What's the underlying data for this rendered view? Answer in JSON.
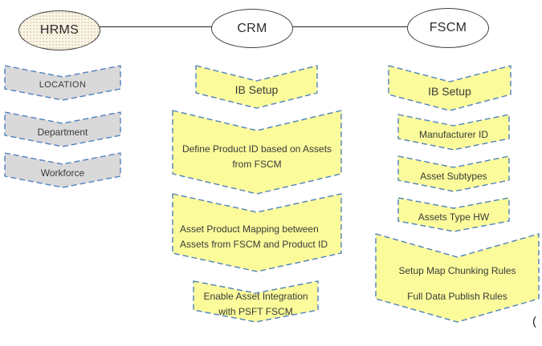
{
  "columns": [
    {
      "system": "HRMS",
      "steps": [
        {
          "label": "LOCATION"
        },
        {
          "label": "Department"
        },
        {
          "label": "Workforce"
        }
      ]
    },
    {
      "system": "CRM",
      "steps": [
        {
          "label": "IB Setup"
        },
        {
          "label": "Define Product ID based on Assets from FSCM"
        },
        {
          "label": "Asset Product Mapping between Assets from FSCM and Product ID"
        },
        {
          "label": "Enable Asset Integration with PSFT FSCM"
        }
      ]
    },
    {
      "system": "FSCM",
      "steps": [
        {
          "label": "IB Setup"
        },
        {
          "label": "Manufacturer ID"
        },
        {
          "label": "Asset Subtypes"
        },
        {
          "label": "Assets Type HW"
        },
        {
          "lines": [
            "Setup Map Chunking Rules",
            "Full Data Publish Rules"
          ]
        }
      ]
    }
  ],
  "stray_mark": "(",
  "colors": {
    "step_yellow": "#fbfb9b",
    "step_gray": "#d9d9d9",
    "dashed_border": "#4f81bd",
    "ellipse_border": "#404040",
    "connector_line": "#1f1f1f",
    "text": "#3a3a3a"
  }
}
